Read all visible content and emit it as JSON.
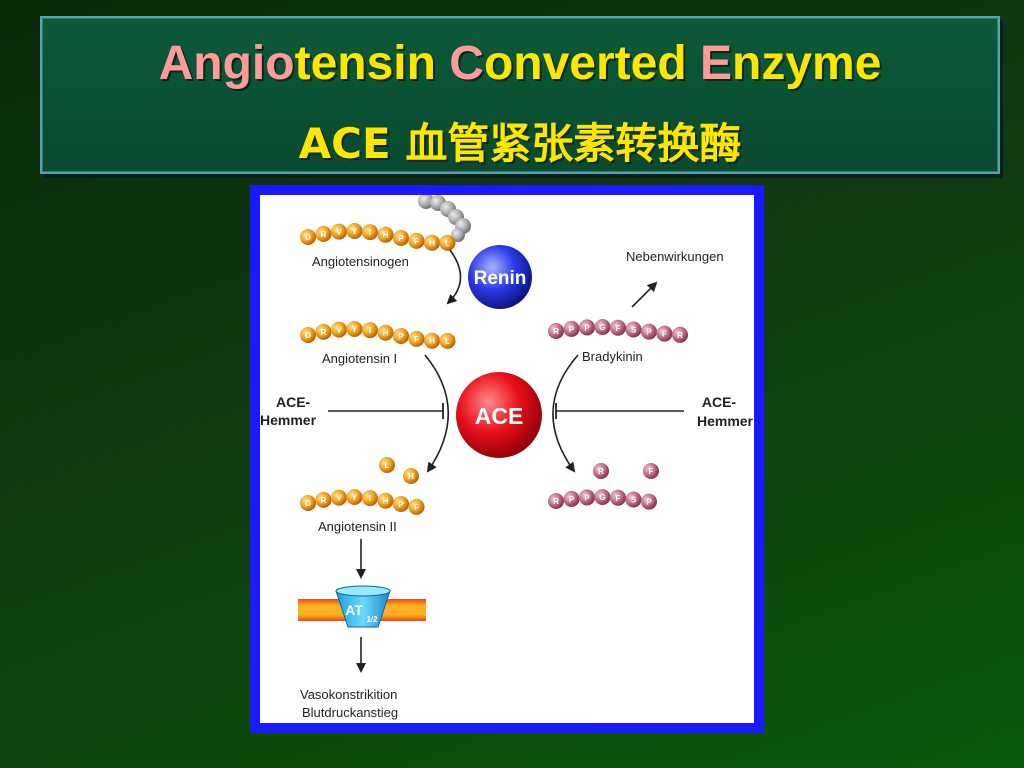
{
  "slide": {
    "title_parts": [
      {
        "text": "Angio",
        "accent": true
      },
      {
        "text": "tensin ",
        "accent": false
      },
      {
        "text": "C",
        "accent": true
      },
      {
        "text": "onverted ",
        "accent": false
      },
      {
        "text": "E",
        "accent": true
      },
      {
        "text": "nzyme",
        "accent": false
      }
    ],
    "subtitle": "ACE 血管紧张素转换酶"
  },
  "diagram": {
    "angiotensinogen_label": "Angiotensinogen",
    "renin_label": "Renin",
    "angiotensin1_label": "Angiotensin I",
    "angiotensin2_label": "Angiotensin II",
    "ace_label": "ACE",
    "ace_hemmer_left": [
      "ACE-",
      "Hemmer"
    ],
    "ace_hemmer_right": [
      "ACE-",
      "Hemmer"
    ],
    "bradykinin_label": "Bradykinin",
    "nebenwirkungen_label": "Nebenwirkungen",
    "receptor_label": "AT",
    "receptor_sub": "1/2",
    "effect_label": [
      "Vasokonstrikition",
      "Blutdruckanstieg"
    ],
    "angiotensinogen_residues": [
      "D",
      "R",
      "V",
      "Y",
      "I",
      "H",
      "P",
      "F",
      "H",
      "L"
    ],
    "angiotensin1_residues": [
      "D",
      "R",
      "V",
      "Y",
      "I",
      "H",
      "P",
      "F",
      "H",
      "L"
    ],
    "angiotensin2_residues": [
      "D",
      "R",
      "V",
      "Y",
      "I",
      "H",
      "P",
      "F"
    ],
    "cleaved_ang_residues": [
      "L",
      "H"
    ],
    "bradykinin_residues": [
      "R",
      "P",
      "P",
      "G",
      "F",
      "S",
      "P",
      "F",
      "R"
    ],
    "bradykinin_fragment_residues": [
      "R",
      "P",
      "P",
      "G",
      "F",
      "S",
      "P"
    ],
    "cleaved_brady_residues": [
      "R",
      "F"
    ]
  },
  "colors": {
    "title_yellow": "#ffe600",
    "title_pink": "#ff9a9a",
    "frame_blue": "#1a1aff",
    "ace_red": "#e8101a",
    "renin_blue": "#1a2ad8",
    "bead_orange": "#f0a020",
    "bead_mauve": "#c06c88"
  }
}
